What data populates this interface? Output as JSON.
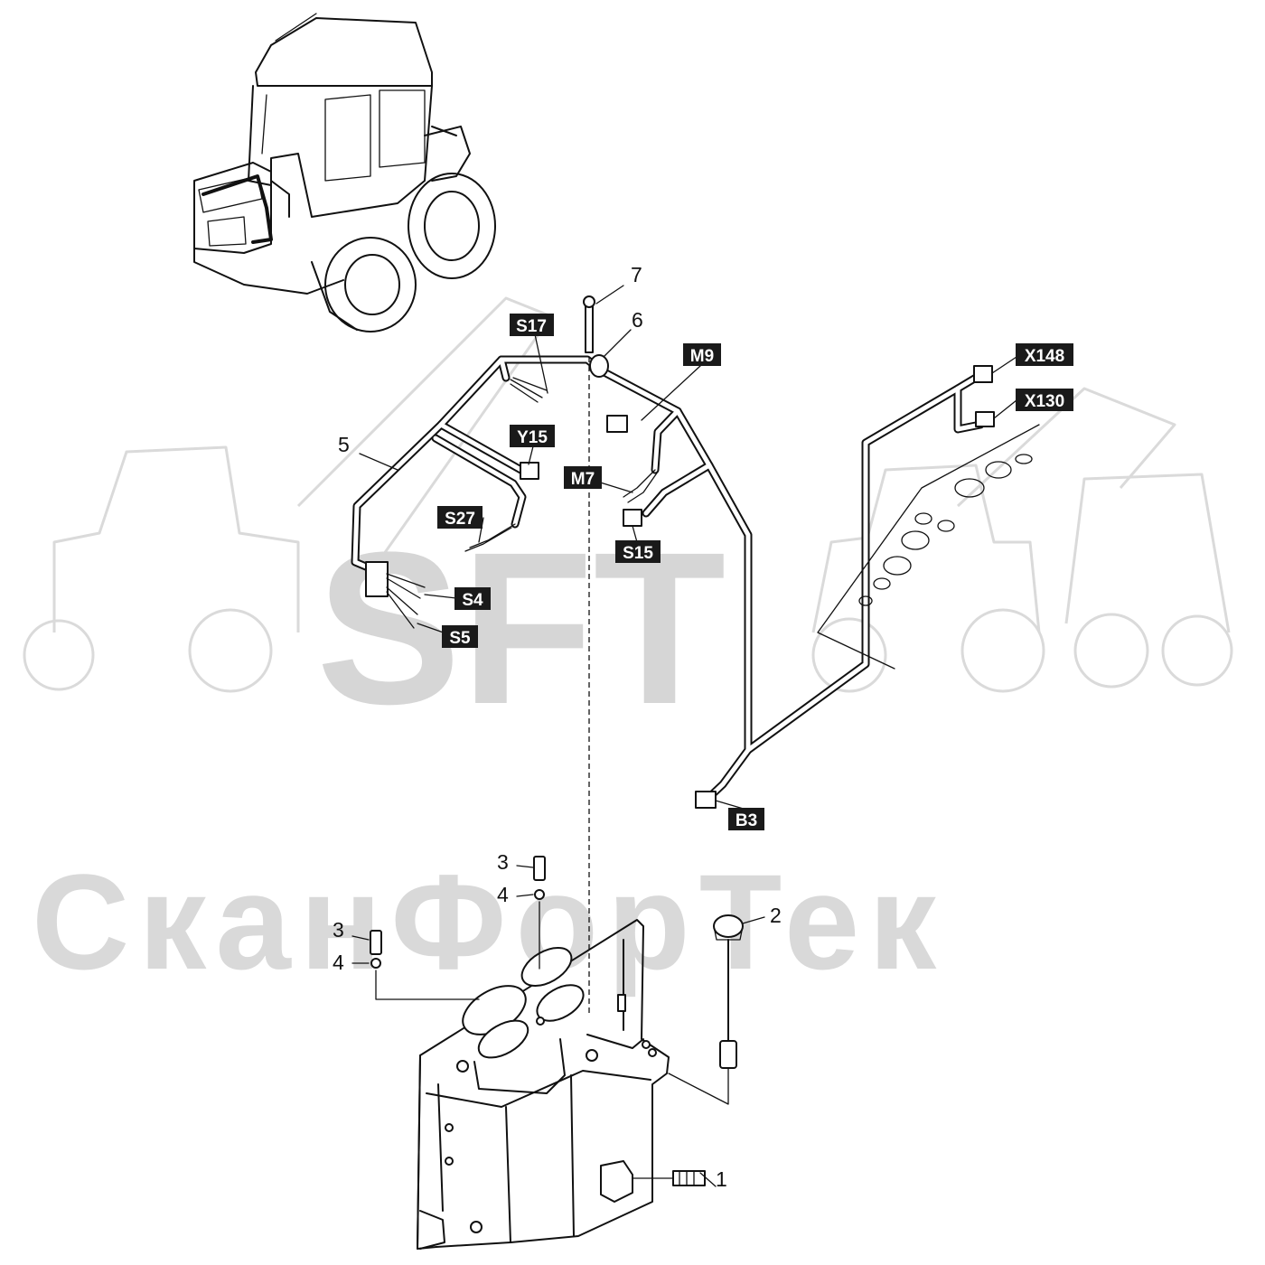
{
  "watermark": {
    "logo": "SFT",
    "company": "СканФорТек"
  },
  "callouts": [
    {
      "id": "c1",
      "text": "1"
    },
    {
      "id": "c2",
      "text": "2"
    },
    {
      "id": "c3a",
      "text": "3"
    },
    {
      "id": "c3b",
      "text": "3"
    },
    {
      "id": "c4a",
      "text": "4"
    },
    {
      "id": "c4b",
      "text": "4"
    },
    {
      "id": "c5",
      "text": "5"
    },
    {
      "id": "c6",
      "text": "6"
    },
    {
      "id": "c7",
      "text": "7"
    }
  ],
  "connector_tags": [
    {
      "id": "S17",
      "text": "S17"
    },
    {
      "id": "M9",
      "text": "M9"
    },
    {
      "id": "X148",
      "text": "X148"
    },
    {
      "id": "X130",
      "text": "X130"
    },
    {
      "id": "Y15",
      "text": "Y15"
    },
    {
      "id": "M7",
      "text": "M7"
    },
    {
      "id": "S27",
      "text": "S27"
    },
    {
      "id": "S15",
      "text": "S15"
    },
    {
      "id": "S4",
      "text": "S4"
    },
    {
      "id": "S5",
      "text": "S5"
    },
    {
      "id": "B3",
      "text": "B3"
    }
  ]
}
